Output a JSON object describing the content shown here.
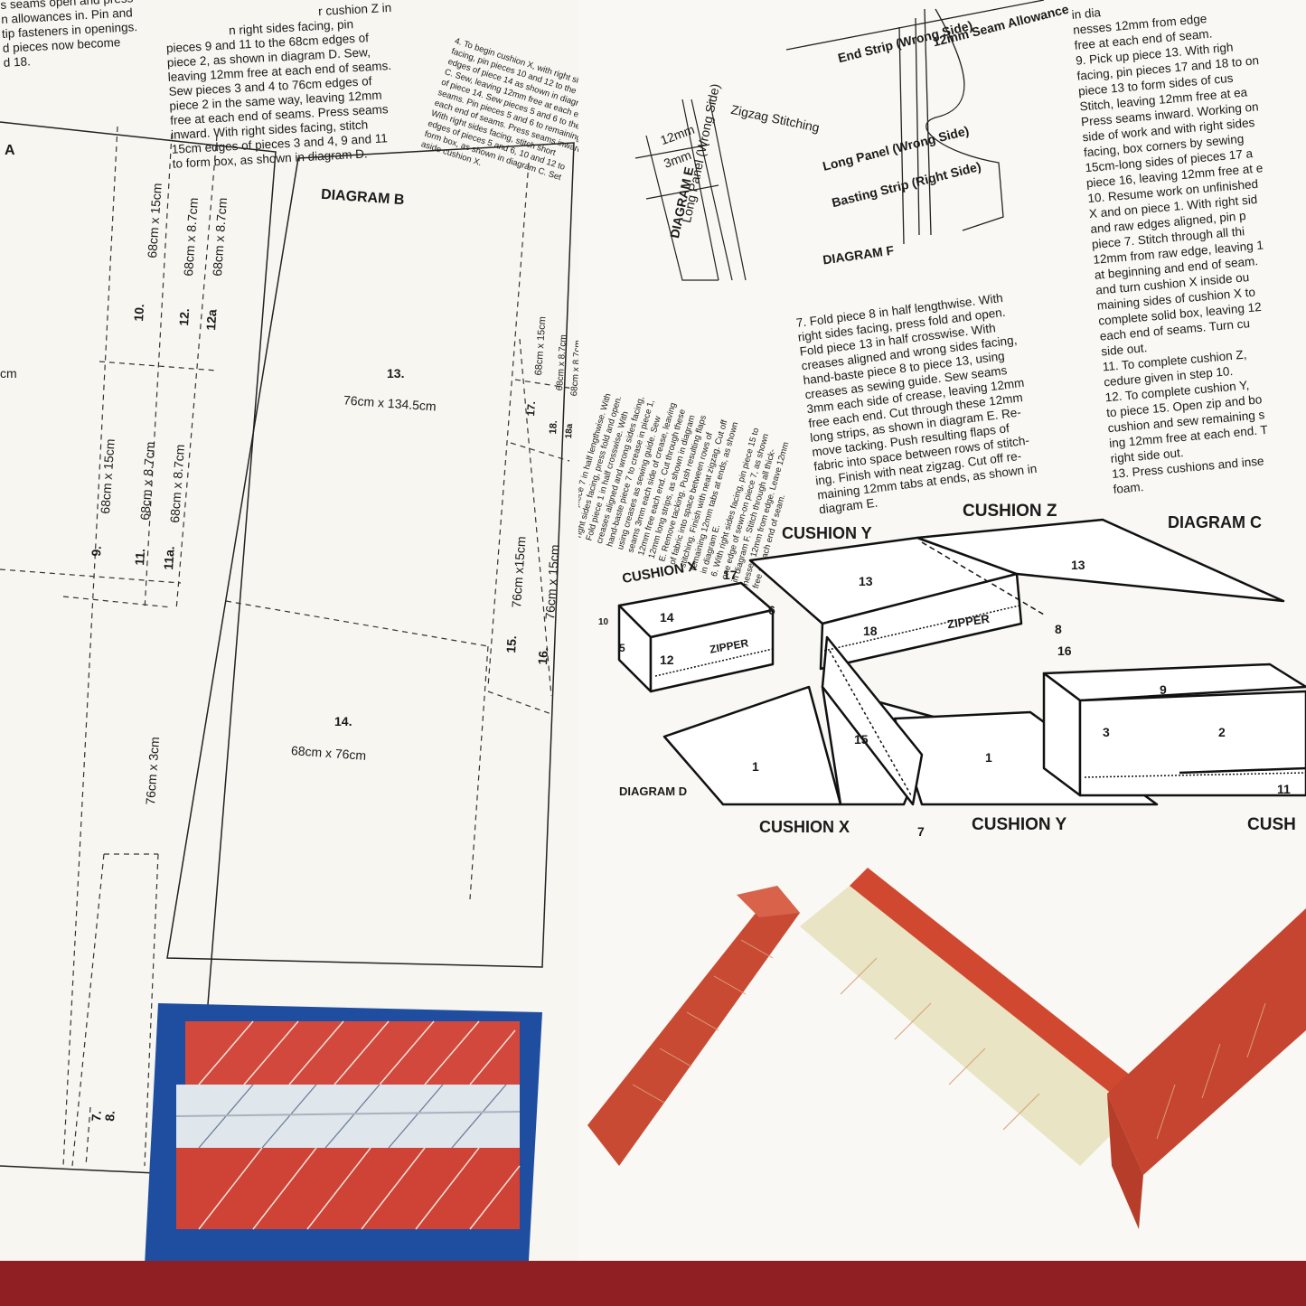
{
  "left_page": {
    "text_col1": [
      "s seams open and press",
      "n allowances in. Pin and",
      "tip fasteners in openings.",
      "d pieces now become",
      "d 18."
    ],
    "text_col2": [
      "r cushion Z in",
      "n right sides facing, pin",
      "pieces 9 and 11 to the 68cm edges of",
      "piece 2, as shown in diagram D. Sew,",
      "leaving 12mm free at each end of seams.",
      "Sew pieces 3 and 4 to 76cm edges of",
      "piece 2 in the same way, leaving 12mm",
      "free at each end of seams. Press seams",
      "inward. With right sides facing, stitch",
      "15cm edges of pieces 3 and 4, 9 and 11",
      "to form box, as shown in diagram D."
    ],
    "text_col3": [
      "4. To begin cushion X, with right sides",
      "facing, pin pieces 10 and 12 to the",
      "edges of piece 14 as shown in diagram",
      "C. Sew, leaving 12mm free at each end",
      "of piece 14. Sew pieces 5 and 6 to the",
      "seams. Pin pieces 5 and 6 to remaining",
      "each end of seams. Press seams inward.",
      "With right sides facing, stitch short",
      "edges of pieces 5 and 6, 10 and 12 to",
      "form box, as shown in diagram C. Set",
      "aside cushion X."
    ],
    "diagram_a": {
      "title": "A",
      "cm_label": "cm",
      "p10": "10.",
      "p10_dim": "68cm x 15cm",
      "p12": "12.",
      "p12_dim": "68cm x 8.7cm",
      "p12a": "12a",
      "p12a_dim": "68cm x 8.7cm",
      "p9": "9.",
      "p9_dim": "68cm x 15cm",
      "p11": "11.",
      "p11_dim": "68cm x 8.7cm",
      "p11a": "11a.",
      "p11a_dim": "68cm x 8.7cm",
      "p7_dim": "76cm x 3cm",
      "p7": "7.",
      "p8": "8."
    },
    "diagram_b": {
      "title": "DIAGRAM B",
      "p13": "13.",
      "p13_dim": "76cm x 134.5cm",
      "p14": "14.",
      "p14_dim": "68cm x 76cm",
      "p15": "15.",
      "p15_dim": "76cm x15cm",
      "p16": "16.",
      "p16_dim": "76cm x 15cm",
      "p17": "17.",
      "p17_dim": "68cm x 15cm",
      "p18": "18.",
      "p18_dim": "68cm x 8.7cm",
      "p18a": "18a",
      "p18a_dim": "68cm x 8.7cm"
    }
  },
  "right_page": {
    "text_col1": [
      "5. Fold piece 7 in half lengthwise. With",
      "right sides facing, press fold and open.",
      "Fold piece 1 in half crosswise. With",
      "creases aligned and wrong sides facing,",
      "hand-baste piece 7 to crease in piece 1,",
      "using creases as sewing guide. Sew",
      "seams 3mm each side of crease, leaving",
      "12mm free each end. Cut through these",
      "12mm long strips, as shown in diagram",
      "E. Remove tacking. Push resulting flaps",
      "of fabric into space between rows of",
      "stitching. Finish with neat zigzag. Cut off",
      "remaining 12mm tabs at ends, as shown",
      "in diagram E.",
      "6. With right sides facing, pin piece 15 to",
      "one edge of sewn-on piece 7, as shown",
      "in diagram F. Stitch through all thick-",
      "nesses 12mm from edge. Leave 12mm",
      "free at each end of seam."
    ],
    "text_col2": [
      "7. Fold piece 8 in half lengthwise. With",
      "right sides facing, press fold and open.",
      "Fold piece 13 in half crosswise. With",
      "creases aligned and wrong sides facing,",
      "hand-baste piece 8 to piece 13, using",
      "creases as sewing guide. Sew seams",
      "3mm each side of crease, leaving 12mm",
      "free each end. Cut through these 12mm",
      "long strips, as shown in diagram E. Re-",
      "move tacking. Push resulting flaps of",
      "fabric into space between rows of stitch-",
      "ing. Finish with neat zigzag. Cut off re-",
      "maining 12mm tabs at ends, as shown in",
      "diagram E."
    ],
    "text_col3": [
      "in dia",
      "nesses 12mm from edge",
      "free at each end of seam.",
      "9. Pick up piece 13. With righ",
      "facing, pin pieces 17 and 18 to on",
      "piece 13 to form sides of cus",
      "Stitch, leaving 12mm free at ea",
      "Press seams inward. Working on",
      "side of work and with right sides",
      "facing, box corners by sewing",
      "15cm-long sides of pieces 17 a",
      "piece 16, leaving 12mm free at e",
      "10. Resume work on unfinished",
      "X and on piece 1. With right sid",
      "and raw edges aligned, pin p",
      "piece 7. Stitch through all thi",
      "12mm from raw edge, leaving 1",
      "at beginning and end of seam.",
      "and turn cushion X inside ou",
      "maining sides of cushion X to",
      "complete solid box, leaving 12",
      "each end of seams. Turn cu",
      "side out.",
      "11. To complete cushion Z,",
      "cedure given in step 10.",
      "12. To complete cushion Y,",
      "to piece 15. Open zip and bo",
      "cushion and sew remaining s",
      "ing 12mm free at each end. T",
      "right side out.",
      "13. Press cushions and inse",
      "foam."
    ],
    "diagram_e": {
      "title": "DIAGRAM E",
      "zigzag": "Zigzag Stitching",
      "long_panel": "Long Panel (Wrong Side)",
      "m12": "12mm",
      "m3": "3mm"
    },
    "diagram_f": {
      "title": "DIAGRAM F",
      "end_strip": "End Strip (Wrong Side)",
      "seam_allow": "12mm Seam Allowance",
      "long_panel": "Long Panel (Wrong Side)",
      "basting": "Basting Strip (Right Side)"
    },
    "diagram_c": {
      "title": "DIAGRAM C",
      "cushion_x": "CUSHION X",
      "cushion_y": "CUSHION Y",
      "cushion_z": "CUSHION Z",
      "zipper": "ZIPPER",
      "n10": "10",
      "n14": "14",
      "n5": "5",
      "n12": "12",
      "n17": "17",
      "n6": "6",
      "n13a": "13",
      "n13b": "13",
      "n18": "18",
      "n8": "8",
      "n16": "16"
    },
    "diagram_d": {
      "title": "DIAGRAM D",
      "cushion_x": "CUSHION X",
      "cushion_y": "CUSHION Y",
      "cushion_z": "CUSH",
      "n1a": "1",
      "n1b": "1",
      "n15": "15",
      "n7": "7",
      "n9": "9",
      "n3": "3",
      "n2": "2",
      "n11": "11"
    }
  }
}
